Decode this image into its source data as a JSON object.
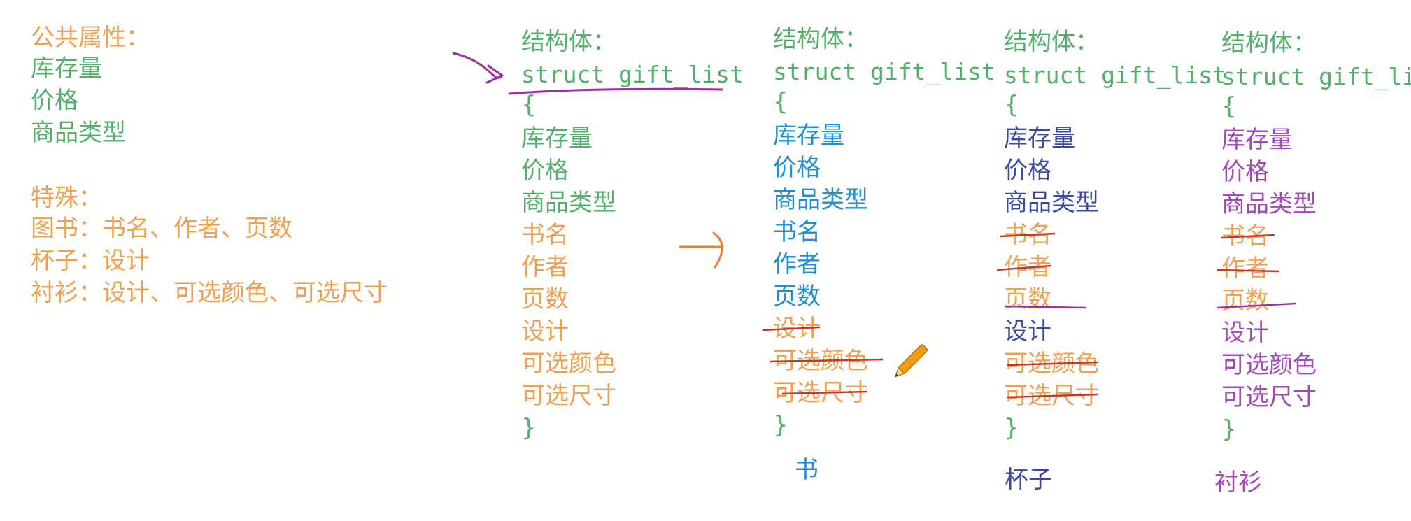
{
  "left_notes": {
    "common_title": "公共属性：",
    "common_items": [
      "库存量",
      "价格",
      "商品类型"
    ],
    "special_title": "特殊：",
    "special_items": [
      "图书：书名、作者、页数",
      "杯子：设计",
      "衬衫：设计、可选颜色、可选尺寸"
    ]
  },
  "columns": [
    {
      "label": "结构体：",
      "decl": "struct gift_list",
      "open": "{",
      "fields": [
        "库存量",
        "价格",
        "商品类型",
        "书名",
        "作者",
        "页数",
        "设计",
        "可选颜色",
        "可选尺寸"
      ],
      "close": "}",
      "caption": ""
    },
    {
      "label": "结构体：",
      "decl": "struct gift_list",
      "open": "{",
      "fields": [
        "库存量",
        "价格",
        "商品类型",
        "书名",
        "作者",
        "页数",
        "设计",
        "可选颜色",
        "可选尺寸"
      ],
      "close": "}",
      "caption": "书"
    },
    {
      "label": "结构体：",
      "decl": "struct gift_list",
      "open": "{",
      "fields": [
        "库存量",
        "价格",
        "商品类型",
        "书名",
        "作者",
        "页数",
        "设计",
        "可选颜色",
        "可选尺寸"
      ],
      "close": "}",
      "caption": "杯子"
    },
    {
      "label": "结构体：",
      "decl": "struct gift_lis",
      "open": "{",
      "fields": [
        "库存量",
        "价格",
        "商品类型",
        "书名",
        "作者",
        "页数",
        "设计",
        "可选颜色",
        "可选尺寸"
      ],
      "close": "}",
      "caption": "衬衫"
    }
  ],
  "colors": {
    "orange": "#f0a050",
    "green": "#52b06a",
    "purple": "#a24ab8",
    "navy": "#3a4aa0",
    "blue": "#1f8fd6",
    "annotation": "#9b2fa8"
  },
  "icons": [
    "pencil-icon"
  ]
}
